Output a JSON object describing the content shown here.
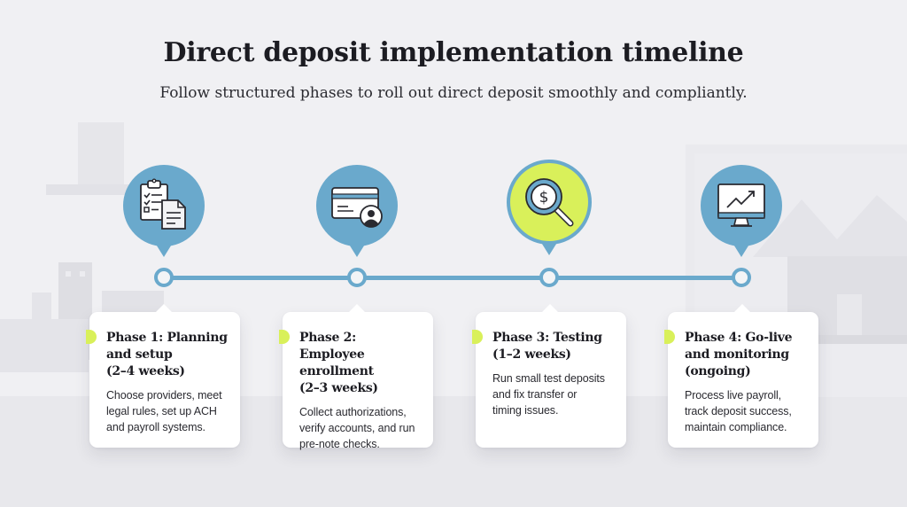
{
  "header": {
    "title": "Direct deposit implementation timeline",
    "subtitle": "Follow structured phases to roll out direct deposit smoothly and compliantly."
  },
  "colors": {
    "primary_blue": "#6aa9cc",
    "accent_lime": "#d9f05a",
    "background": "#f0f0f3",
    "card": "#ffffff",
    "text_dark": "#1c1c22"
  },
  "phases": [
    {
      "icon": "clipboard-checklist-document-icon",
      "title_lines": [
        "Phase 1: Planning",
        "and setup",
        "(2–4 weeks)"
      ],
      "description_lines": [
        "Choose providers, meet",
        "legal rules, set up ACH",
        "and payroll systems."
      ],
      "highlighted": false
    },
    {
      "icon": "credit-card-user-icon",
      "title_lines": [
        "Phase 2: Employee",
        "enrollment",
        "(2–3 weeks)"
      ],
      "description_lines": [
        "Collect authorizations,",
        "verify accounts, and run",
        "pre-note checks."
      ],
      "highlighted": false
    },
    {
      "icon": "magnifier-dollar-icon",
      "title_lines": [
        "Phase 3: Testing",
        "(1–2 weeks)"
      ],
      "description_lines": [
        "Run small test deposits",
        "and fix transfer or",
        "timing issues."
      ],
      "highlighted": true
    },
    {
      "icon": "monitor-trend-chart-icon",
      "title_lines": [
        "Phase 4: Go-live",
        "and monitoring",
        "(ongoing)"
      ],
      "description_lines": [
        "Process live payroll,",
        "track deposit success,",
        "maintain compliance."
      ],
      "highlighted": false
    }
  ]
}
